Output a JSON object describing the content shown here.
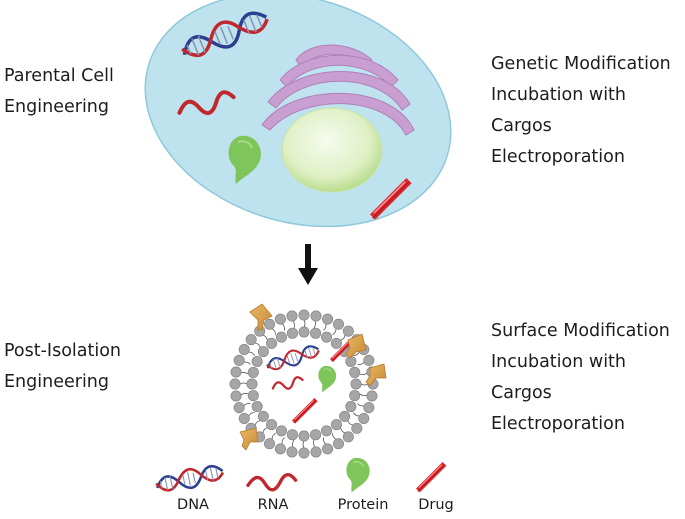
{
  "parental": {
    "label_line1": "Parental Cell",
    "label_line2": "Engineering",
    "methods": [
      "Genetic Modification",
      "Incubation with Cargos",
      "Electroporation"
    ]
  },
  "post_isolation": {
    "label_line1": "Post-Isolation",
    "label_line2": "Engineering",
    "methods": [
      "Surface Modification",
      "Incubation with Cargos",
      "Electroporation"
    ]
  },
  "legend": {
    "dna": "DNA",
    "rna": "RNA",
    "protein": "Protein",
    "drug": "Drug"
  },
  "colors": {
    "cell_fill": "#bfe3ee",
    "cell_stroke": "#8fc9dc",
    "golgi": "#c99ed0",
    "nucleus": "#dff0c5",
    "protein": "#7ec65b",
    "rna": "#c0282d",
    "dna_blue": "#2b3f8f",
    "drug": "#e0282d",
    "lipid_head": "#a6a6a6",
    "ligand": "#d9a24a"
  }
}
